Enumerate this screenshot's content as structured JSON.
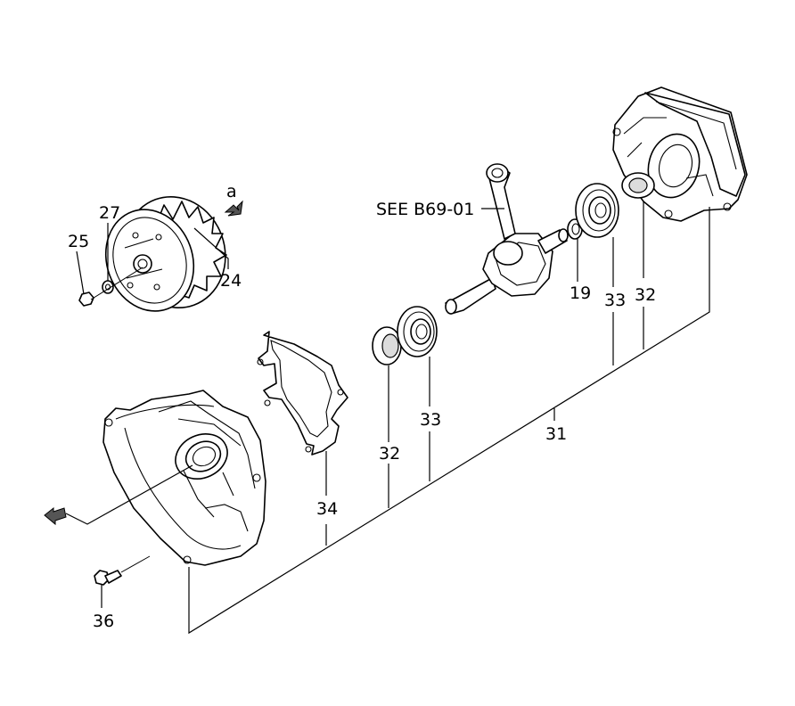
{
  "see_reference": "SEE B69-01",
  "view_marker": "a",
  "callouts": {
    "p24": "24",
    "p25": "25",
    "p27": "27",
    "p19": "19",
    "p31": "31",
    "p32_front": "32",
    "p33_front": "33",
    "p32_rear": "32",
    "p33_rear": "33",
    "p34": "34",
    "p36": "36"
  }
}
